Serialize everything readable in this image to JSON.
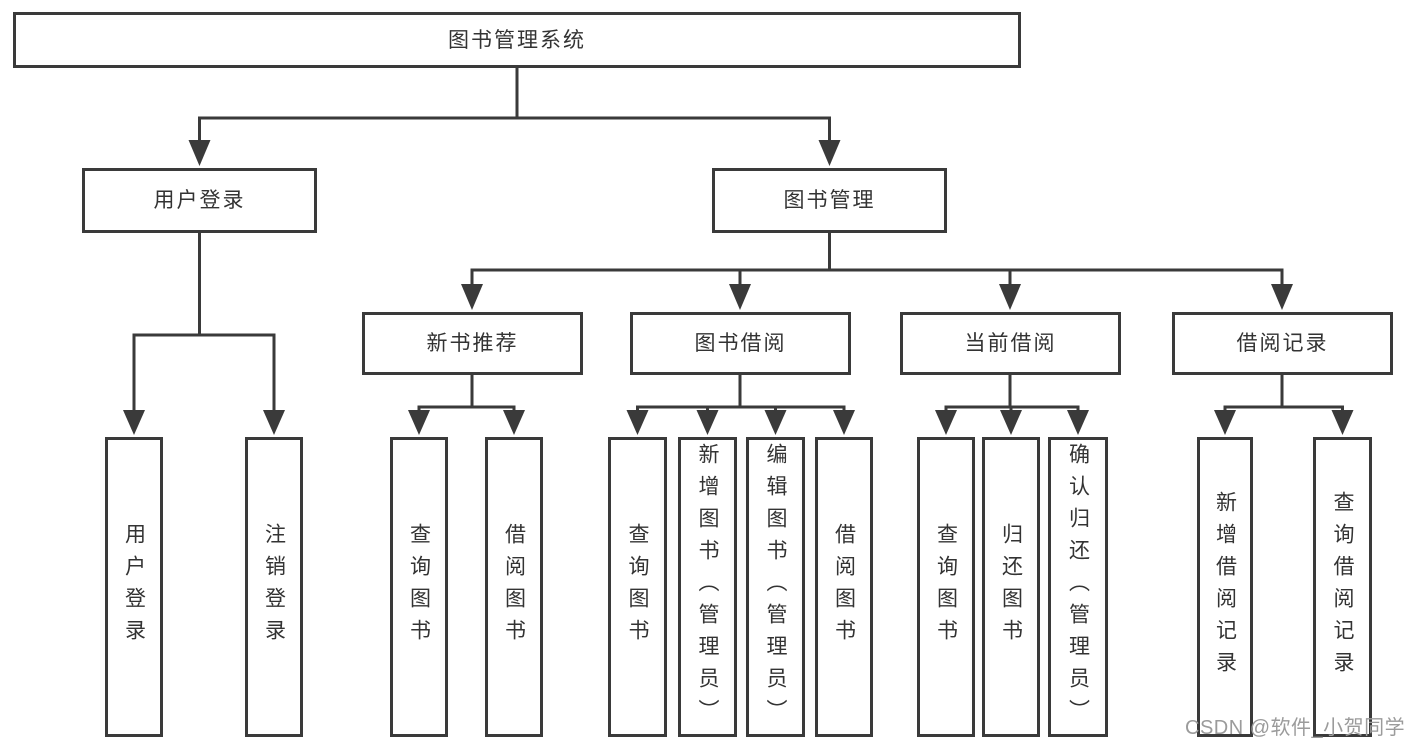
{
  "diagram": {
    "title": "图书管理系统",
    "type": "hierarchy",
    "nodes": {
      "root": {
        "label": "图书管理系统"
      },
      "user_login": {
        "label": "用户登录"
      },
      "book_mgmt": {
        "label": "图书管理"
      },
      "login": {
        "label": "用户登录"
      },
      "logout": {
        "label": "注销登录"
      },
      "new_book_rec": {
        "label": "新书推荐"
      },
      "book_borrow": {
        "label": "图书借阅"
      },
      "current_borrow": {
        "label": "当前借阅"
      },
      "borrow_records": {
        "label": "借阅记录"
      },
      "nbr_query": {
        "label": "查询图书"
      },
      "nbr_borrow": {
        "label": "借阅图书"
      },
      "bb_query": {
        "label": "查询图书"
      },
      "bb_add": {
        "label": "新增图书（管理员）"
      },
      "bb_edit": {
        "label": "编辑图书（管理员）"
      },
      "bb_borrow": {
        "label": "借阅图书"
      },
      "cb_query": {
        "label": "查询图书"
      },
      "cb_return": {
        "label": "归还图书"
      },
      "cb_confirm": {
        "label": "确认归还（管理员）"
      },
      "br_add": {
        "label": "新增借阅记录"
      },
      "br_query": {
        "label": "查询借阅记录"
      }
    },
    "edges": [
      {
        "from": "root",
        "to": "user_login"
      },
      {
        "from": "root",
        "to": "book_mgmt"
      },
      {
        "from": "user_login",
        "to": "login"
      },
      {
        "from": "user_login",
        "to": "logout"
      },
      {
        "from": "book_mgmt",
        "to": "new_book_rec"
      },
      {
        "from": "book_mgmt",
        "to": "book_borrow"
      },
      {
        "from": "book_mgmt",
        "to": "current_borrow"
      },
      {
        "from": "book_mgmt",
        "to": "borrow_records"
      },
      {
        "from": "new_book_rec",
        "to": "nbr_query"
      },
      {
        "from": "new_book_rec",
        "to": "nbr_borrow"
      },
      {
        "from": "book_borrow",
        "to": "bb_query"
      },
      {
        "from": "book_borrow",
        "to": "bb_add"
      },
      {
        "from": "book_borrow",
        "to": "bb_edit"
      },
      {
        "from": "book_borrow",
        "to": "bb_borrow"
      },
      {
        "from": "current_borrow",
        "to": "cb_query"
      },
      {
        "from": "current_borrow",
        "to": "cb_return"
      },
      {
        "from": "current_borrow",
        "to": "cb_confirm"
      },
      {
        "from": "borrow_records",
        "to": "br_add"
      },
      {
        "from": "borrow_records",
        "to": "br_query"
      }
    ],
    "colors": {
      "line": "#3a3a3a",
      "box_border": "#3a3a3a",
      "text": "#333333",
      "watermark": "#9b9b9b",
      "background": "#ffffff"
    }
  },
  "watermark": {
    "text": "CSDN @软件_小贺同学"
  }
}
